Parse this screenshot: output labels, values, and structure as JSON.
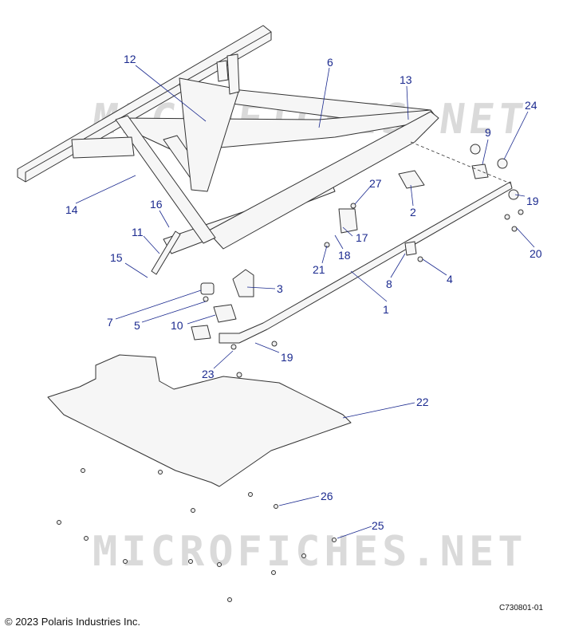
{
  "watermark": "MICROFICHES.NET",
  "callouts": [
    "1",
    "2",
    "3",
    "4",
    "5",
    "6",
    "7",
    "8",
    "9",
    "10",
    "11",
    "12",
    "13",
    "14",
    "15",
    "16",
    "17",
    "18",
    "19",
    "19",
    "20",
    "21",
    "22",
    "23",
    "24",
    "25",
    "26",
    "27"
  ],
  "copyright": "© 2023 Polaris Industries Inc.",
  "part_code": "C730801-01",
  "colors": {
    "callout": "#1b2a8f",
    "line": "#333333",
    "part_fill": "#f6f6f6"
  }
}
